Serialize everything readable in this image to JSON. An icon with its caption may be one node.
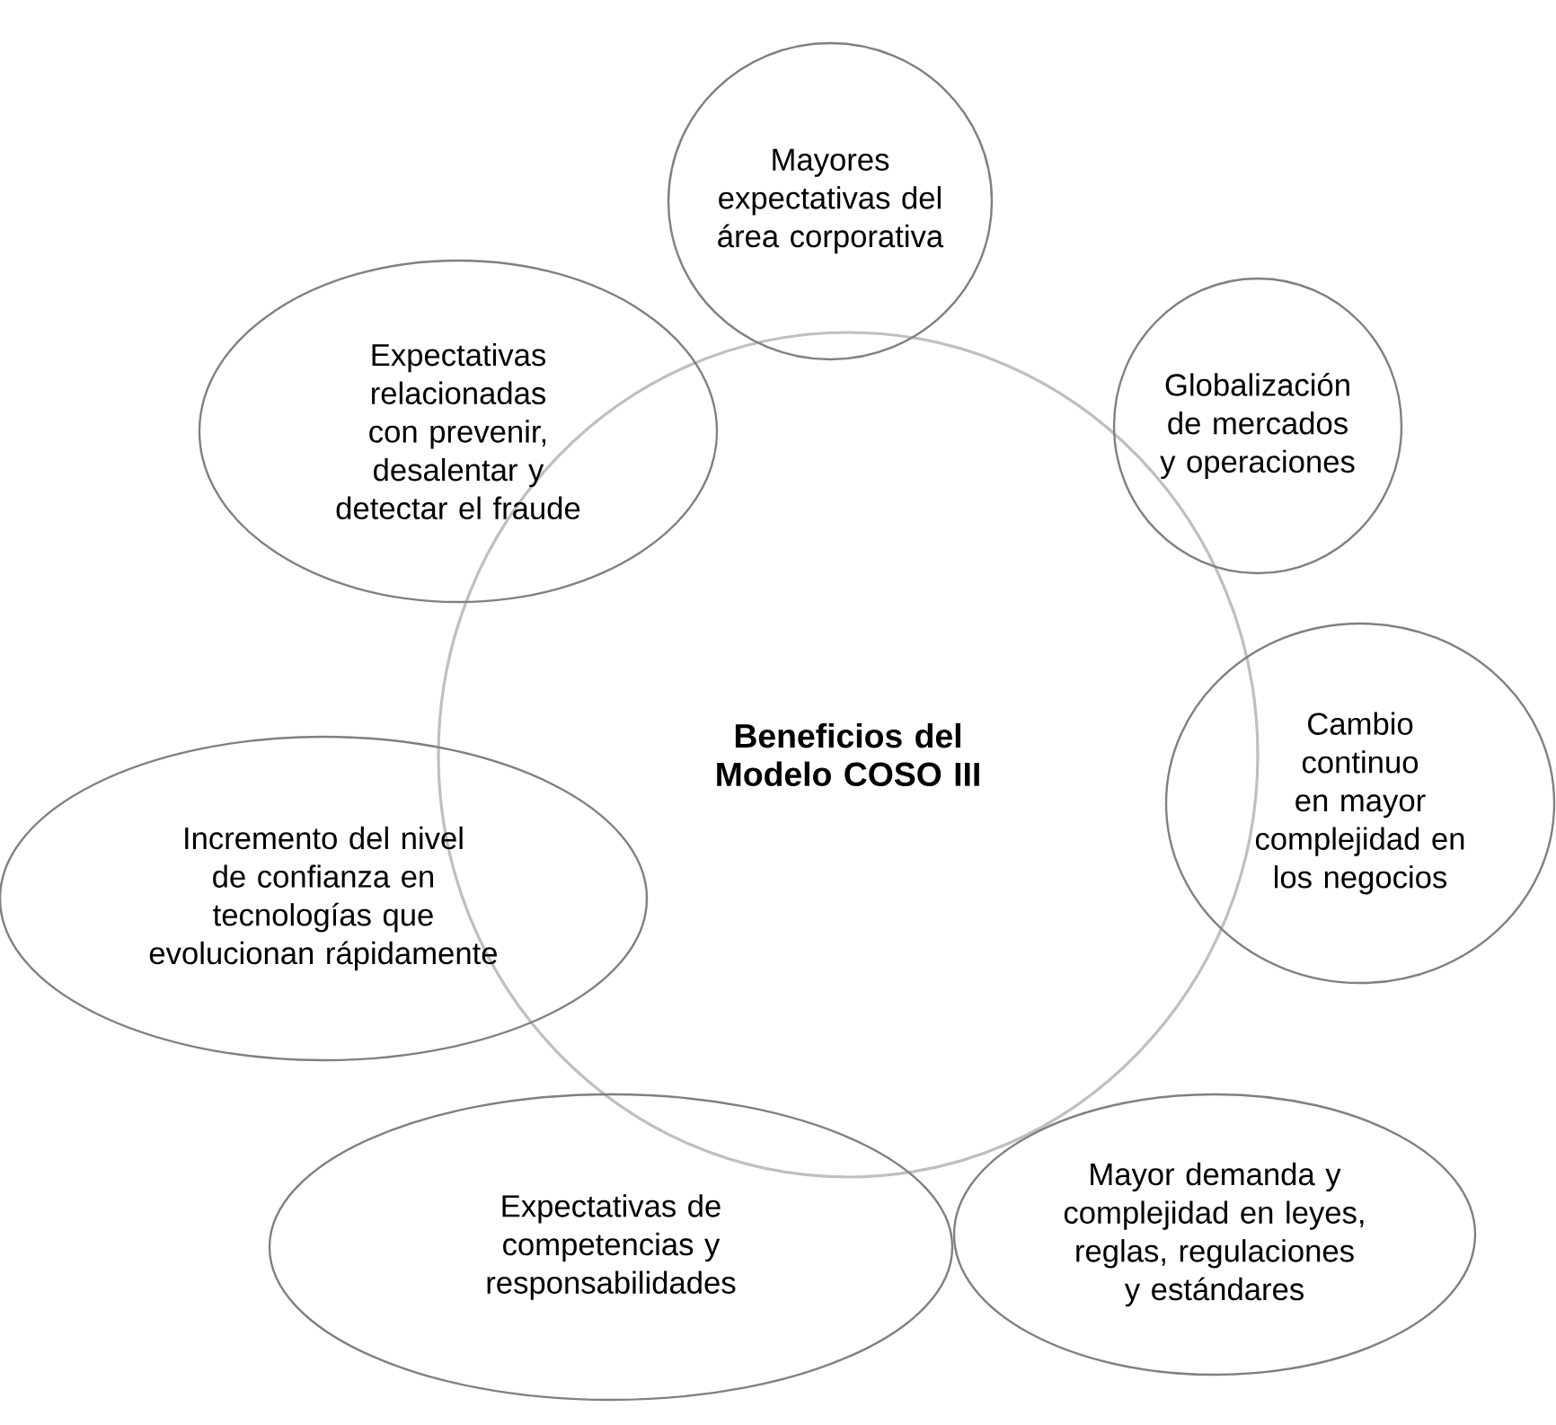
{
  "diagram": {
    "nodes": [
      {
        "text": [
          "Beneficios del Modelo COSO III"
        ]
      },
      {
        "text": [
          "Mayores expectativas del área corporativa"
        ]
      },
      {
        "text": [
          "Globalización de mercados y operaciones"
        ]
      },
      {
        "text": [
          "Cambio continuo en mayor complejidad en los negocios"
        ]
      },
      {
        "text": [
          "Mayor demanda y complejidad en leyes, reglas, regulaciones y estándares"
        ]
      },
      {
        "text": [
          "Expectativas de competencias y responsabilidades"
        ]
      },
      {
        "text": [
          "Incremento del nivel de confianza en tecnologías que evolucionan rápidamente"
        ]
      },
      {
        "text": [
          "Expectativas relacionadas con prevenir, desalentar y detectar el fraude"
        ]
      }
    ]
  }
}
